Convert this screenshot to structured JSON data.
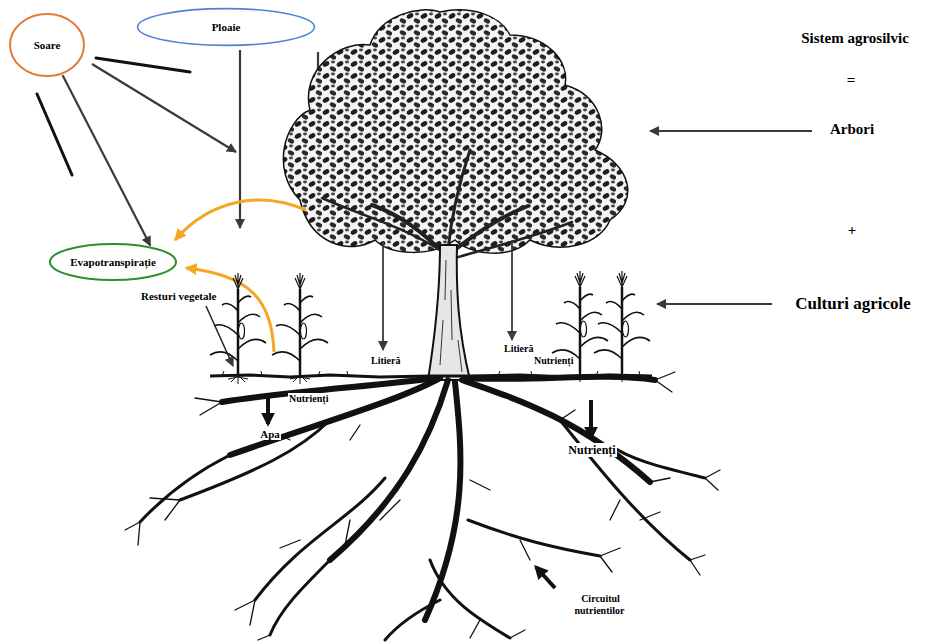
{
  "diagram": {
    "nodes": [
      {
        "text": [
          "Soare"
        ]
      },
      {
        "text": [
          "Ploaie"
        ]
      },
      {
        "text": [
          "Evapotranspirație"
        ]
      }
    ],
    "edges": [
      {
        "from": 0,
        "to": 2,
        "arrow": "to"
      }
    ],
    "labels": [
      "Sistem agrosilvic",
      "=",
      "Arbori",
      "+",
      "Culturi agricole",
      "Resturi vegetale",
      "Litieră",
      "Litieră",
      "Nutrienți",
      "Nutrienți",
      "Apa",
      "Nutrienți",
      "Circuitul nutrientilor"
    ]
  }
}
